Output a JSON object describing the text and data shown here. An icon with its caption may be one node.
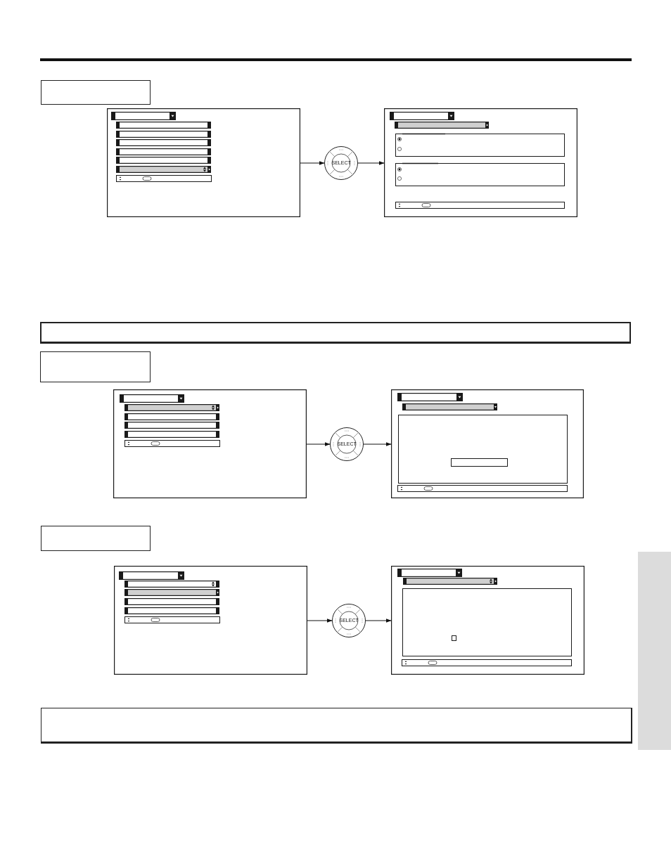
{
  "diagram": {
    "nodes": [
      {
        "text": [],
        "shape": "picture"
      },
      {
        "text": [
          "SELECT"
        ]
      },
      {
        "text": [],
        "shape": "picture"
      },
      {
        "text": [],
        "shape": "picture"
      },
      {
        "text": [
          "SELECT"
        ]
      },
      {
        "text": [],
        "shape": "picture"
      },
      {
        "text": [],
        "shape": "picture"
      },
      {
        "text": [
          "SELECT"
        ]
      },
      {
        "text": [],
        "shape": "picture"
      },
      {
        "text": [],
        "shape": "box"
      }
    ],
    "edges": [
      {
        "from": 0,
        "to": 1,
        "arrow": "to"
      },
      {
        "from": 1,
        "to": 2,
        "arrow": "to"
      },
      {
        "from": 3,
        "to": 4,
        "arrow": "to"
      },
      {
        "from": 4,
        "to": 5,
        "arrow": "to"
      },
      {
        "from": 6,
        "to": 7,
        "arrow": "to"
      },
      {
        "from": 7,
        "to": 8,
        "arrow": "to"
      }
    ]
  }
}
